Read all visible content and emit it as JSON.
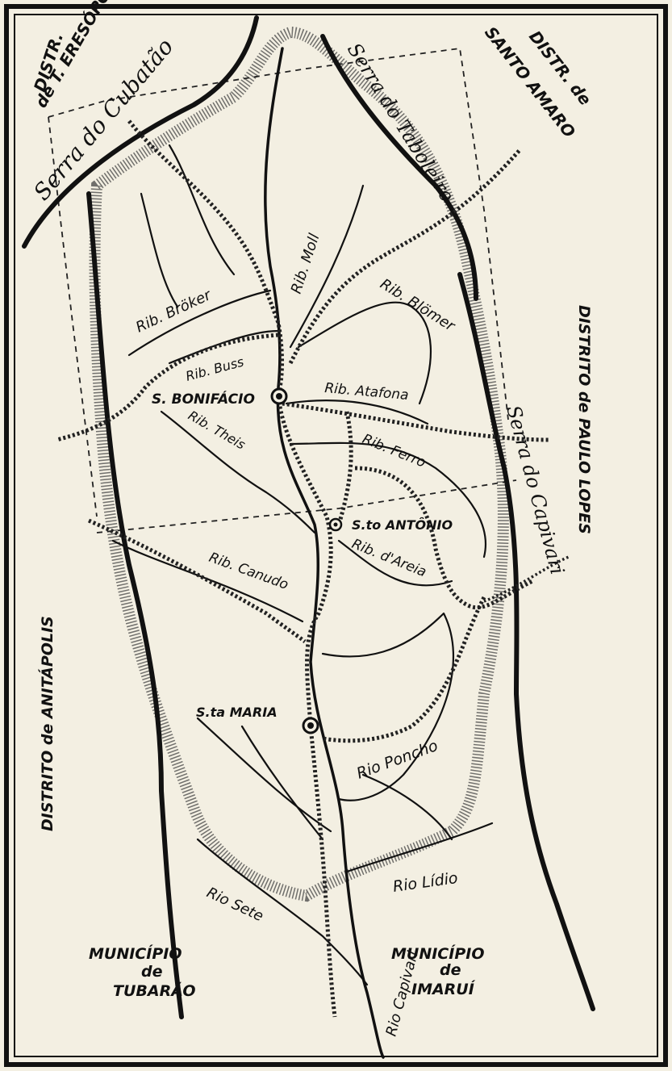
{
  "districts": {
    "teresopolis_line1": "DISTR.",
    "teresopolis_line2": "de T. ERESÓPOLIS",
    "santo_amaro_line1": "DISTR. de",
    "santo_amaro_line2": "SANTO AMARO",
    "paulo_lopes": "DISTRITO de PAULO LOPES",
    "anitapolis": "DISTRITO de ANITÁPOLIS"
  },
  "municipalities": {
    "tubarao_line1": "MUNICÍPIO",
    "tubarao_line2": "de",
    "tubarao_line3": "TUBARÃO",
    "imarui_line1": "MUNICÍPIO",
    "imarui_line2": "de",
    "imarui_line3": "IMARUÍ"
  },
  "mountains": {
    "cubatao": "Serra do Cubatão",
    "taboleiro": "Serra do Taboleiro",
    "capivari": "Serra do Capivari"
  },
  "rivers": {
    "broker": "Rib. Bröker",
    "moll": "Rib. Moll",
    "blomer": "Rib. Blömer",
    "buss": "Rib. Buss",
    "atafona": "Rib. Atafona",
    "theis": "Rib. Theis",
    "ferro": "Rib. Ferro",
    "areia": "Rib. d'Areia",
    "canudo": "Rib. Canudo",
    "poncho": "Rio Poncho",
    "lidio": "Rio Lídio",
    "sete": "Rio Sete",
    "capivari": "Rio Capivari"
  },
  "places": {
    "bonifacio": "S. BONIFÁCIO",
    "antonio": "S.to ANTÔNIO",
    "maria": "S.ta MARIA"
  }
}
